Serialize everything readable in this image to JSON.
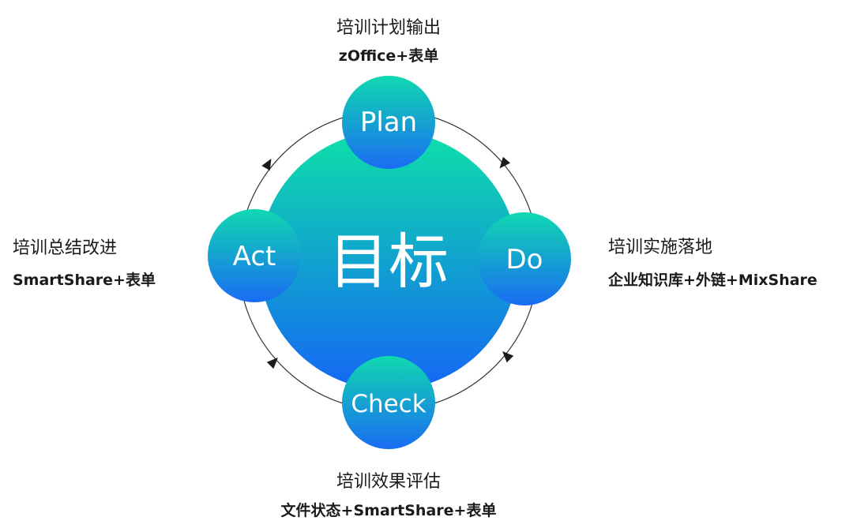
{
  "center": {
    "label": "目标"
  },
  "nodes": {
    "plan": {
      "label": "Plan"
    },
    "do": {
      "label": "Do"
    },
    "check": {
      "label": "Check"
    },
    "act": {
      "label": "Act"
    }
  },
  "annotations": {
    "top": {
      "title": "培训计划输出",
      "subtitle": "zOffice+表单"
    },
    "right": {
      "title": "培训实施落地",
      "subtitle": "企业知识库+外链+MixShare"
    },
    "bottom": {
      "title": "培训效果评估",
      "subtitle": "文件状态+SmartShare+表单"
    },
    "left": {
      "title": "培训总结改进",
      "subtitle": "SmartShare+表单"
    }
  },
  "colors": {
    "gradient_top": "#0ee0a8",
    "gradient_bottom": "#1466f5",
    "ring": "#333333",
    "text": "#1a1a1a"
  }
}
